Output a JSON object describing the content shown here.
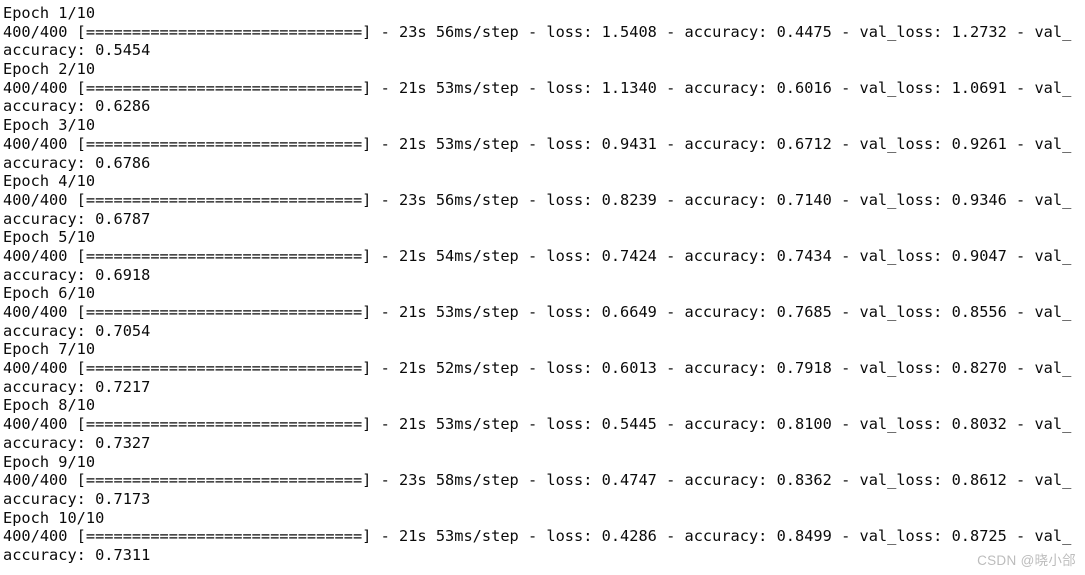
{
  "console": {
    "text_color": "#0a0a0a",
    "background_color": "#ffffff",
    "progress_bar": "[==============================]",
    "formats": {
      "epoch_line": "Epoch {epoch}",
      "progress_line": "{steps} {bar} - {time} {step_time} - loss: {loss} - accuracy: {accuracy} - val_loss: {val_loss} - val_",
      "wrap_line": "accuracy: {val_accuracy}"
    },
    "epochs": [
      {
        "epoch": "1/10",
        "steps": "400/400",
        "time": "23s",
        "step_time": "56ms/step",
        "loss": "1.5408",
        "accuracy": "0.4475",
        "val_loss": "1.2732",
        "val_accuracy": "0.5454"
      },
      {
        "epoch": "2/10",
        "steps": "400/400",
        "time": "21s",
        "step_time": "53ms/step",
        "loss": "1.1340",
        "accuracy": "0.6016",
        "val_loss": "1.0691",
        "val_accuracy": "0.6286"
      },
      {
        "epoch": "3/10",
        "steps": "400/400",
        "time": "21s",
        "step_time": "53ms/step",
        "loss": "0.9431",
        "accuracy": "0.6712",
        "val_loss": "0.9261",
        "val_accuracy": "0.6786"
      },
      {
        "epoch": "4/10",
        "steps": "400/400",
        "time": "23s",
        "step_time": "56ms/step",
        "loss": "0.8239",
        "accuracy": "0.7140",
        "val_loss": "0.9346",
        "val_accuracy": "0.6787"
      },
      {
        "epoch": "5/10",
        "steps": "400/400",
        "time": "21s",
        "step_time": "54ms/step",
        "loss": "0.7424",
        "accuracy": "0.7434",
        "val_loss": "0.9047",
        "val_accuracy": "0.6918"
      },
      {
        "epoch": "6/10",
        "steps": "400/400",
        "time": "21s",
        "step_time": "53ms/step",
        "loss": "0.6649",
        "accuracy": "0.7685",
        "val_loss": "0.8556",
        "val_accuracy": "0.7054"
      },
      {
        "epoch": "7/10",
        "steps": "400/400",
        "time": "21s",
        "step_time": "52ms/step",
        "loss": "0.6013",
        "accuracy": "0.7918",
        "val_loss": "0.8270",
        "val_accuracy": "0.7217"
      },
      {
        "epoch": "8/10",
        "steps": "400/400",
        "time": "21s",
        "step_time": "53ms/step",
        "loss": "0.5445",
        "accuracy": "0.8100",
        "val_loss": "0.8032",
        "val_accuracy": "0.7327"
      },
      {
        "epoch": "9/10",
        "steps": "400/400",
        "time": "23s",
        "step_time": "58ms/step",
        "loss": "0.4747",
        "accuracy": "0.8362",
        "val_loss": "0.8612",
        "val_accuracy": "0.7173"
      },
      {
        "epoch": "10/10",
        "steps": "400/400",
        "time": "21s",
        "step_time": "53ms/step",
        "loss": "0.4286",
        "accuracy": "0.8499",
        "val_loss": "0.8725",
        "val_accuracy": "0.7311"
      }
    ]
  },
  "watermark": {
    "text": "CSDN @晓小郃",
    "color": "#bcbcbc"
  }
}
